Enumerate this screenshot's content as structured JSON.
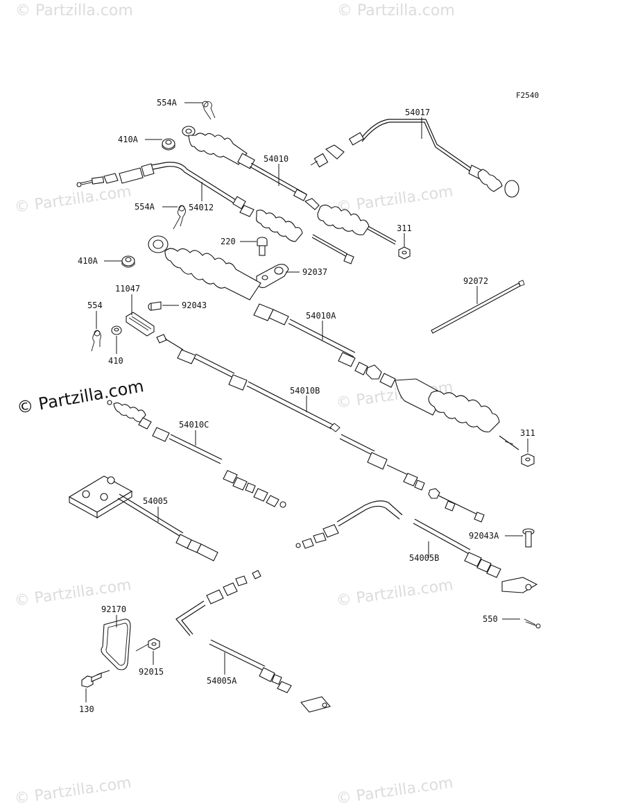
{
  "diagram": {
    "figure_code": "F2540",
    "watermark_text": "© Partzilla.com",
    "callouts": {
      "c554A_top": "554A",
      "c410A_top": "410A",
      "c54010": "54010",
      "c54017": "54017",
      "c554A_mid": "554A",
      "c54012": "54012",
      "c311_top": "311",
      "c220": "220",
      "c92037": "92037",
      "c410A_mid": "410A",
      "c92072": "92072",
      "c11047": "11047",
      "c92043": "92043",
      "c554": "554",
      "c54010A": "54010A",
      "c410": "410",
      "c54010B": "54010B",
      "c54010C": "54010C",
      "c311_bot": "311",
      "c54005": "54005",
      "c92043A": "92043A",
      "c54005B": "54005B",
      "c92170": "92170",
      "c550": "550",
      "c92015": "92015",
      "c54005A": "54005A",
      "c130": "130"
    }
  }
}
